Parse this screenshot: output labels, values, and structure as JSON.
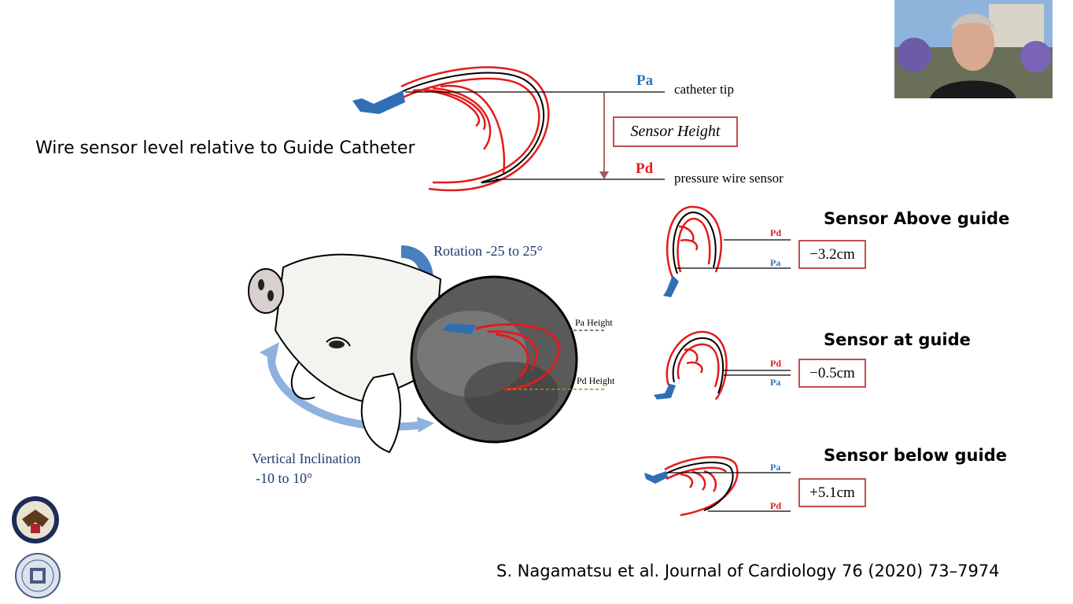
{
  "intro_label": "Wire sensor level relative to Guide Catheter",
  "top_diagram": {
    "pa_label": "Pa",
    "pa_desc": "catheter tip",
    "pd_label": "Pd",
    "pd_desc": "pressure wire sensor",
    "sensor_height_label": "Sensor Height"
  },
  "setup": {
    "rotation_label": "Rotation -25 to 25°",
    "inclination_line1": "Vertical Inclination",
    "inclination_line2": "-10 to 10°",
    "pa_height_label": "Pa Height",
    "pd_height_label": "Pd Height"
  },
  "cases": [
    {
      "heading": "Sensor Above guide",
      "value": "−3.2cm",
      "upper_label": "Pd",
      "lower_label": "Pa"
    },
    {
      "heading": "Sensor at guide",
      "value": "−0.5cm",
      "upper_label": "Pd",
      "lower_label": "Pa"
    },
    {
      "heading": "Sensor below guide",
      "value": "+5.1cm",
      "upper_label": "Pa",
      "lower_label": "Pd"
    }
  ],
  "citation": "S. Nagamatsu et al.  Journal of Cardiology 76 (2020) 73–7974",
  "colors": {
    "wire_red": "#e31b1b",
    "catheter_blue": "#2e6fb6",
    "pa_blue": "#2e75b6",
    "box_border": "#c0504d",
    "arrow_blue": "#4a7fc0"
  },
  "logos": [
    "va-seal-logo",
    "university-of-california-seal-logo"
  ]
}
